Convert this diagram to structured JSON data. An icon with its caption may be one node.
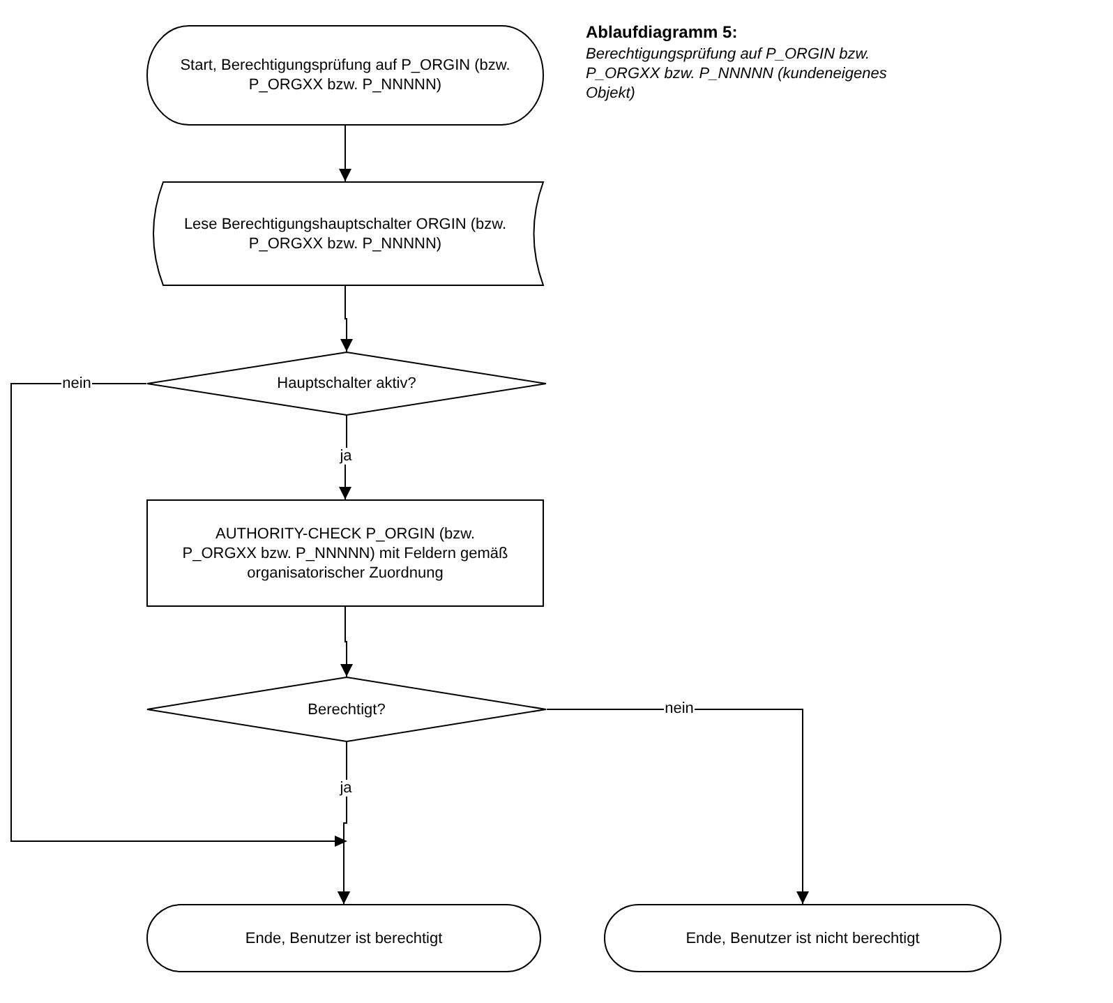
{
  "diagram": {
    "title": "Ablaufdiagramm 5:",
    "caption": "Berechtigungsprüfung auf P_ORGIN bzw. P_ORGXX bzw. P_NNNNN (kundeneigenes Objekt)",
    "nodes": [
      {
        "text": [
          "Start, Berechtigungsprüfung auf P_ORGIN (bzw. P_ORGXX bzw. P_NNNNN)"
        ]
      },
      {
        "text": [
          "Lese Berechtigungshauptschalter ORGIN (bzw. P_ORGXX bzw. P_NNNNN)"
        ]
      },
      {
        "text": [
          "Hauptschalter aktiv?"
        ]
      },
      {
        "text": [
          "AUTHORITY-CHECK P_ORGIN (bzw. P_ORGXX bzw. P_NNNNN) mit Feldern gemäß organisatorischer Zuordnung"
        ]
      },
      {
        "text": [
          "Berechtigt?"
        ]
      },
      {
        "text": [
          "Ende, Benutzer ist berechtigt"
        ]
      },
      {
        "text": [
          "Ende, Benutzer ist nicht berechtigt"
        ]
      }
    ],
    "edges": [
      {
        "from": 0,
        "to": 1,
        "arrow": "to"
      },
      {
        "from": 1,
        "to": 2,
        "arrow": "to"
      },
      {
        "from": 2,
        "to": 3,
        "arrow": "to",
        "label": "ja"
      },
      {
        "from": 2,
        "to": 5,
        "arrow": "to",
        "label": "nein"
      },
      {
        "from": 3,
        "to": 4,
        "arrow": "to"
      },
      {
        "from": 4,
        "to": 5,
        "arrow": "to",
        "label": "ja"
      },
      {
        "from": 4,
        "to": 6,
        "arrow": "to",
        "label": "nein"
      }
    ]
  }
}
